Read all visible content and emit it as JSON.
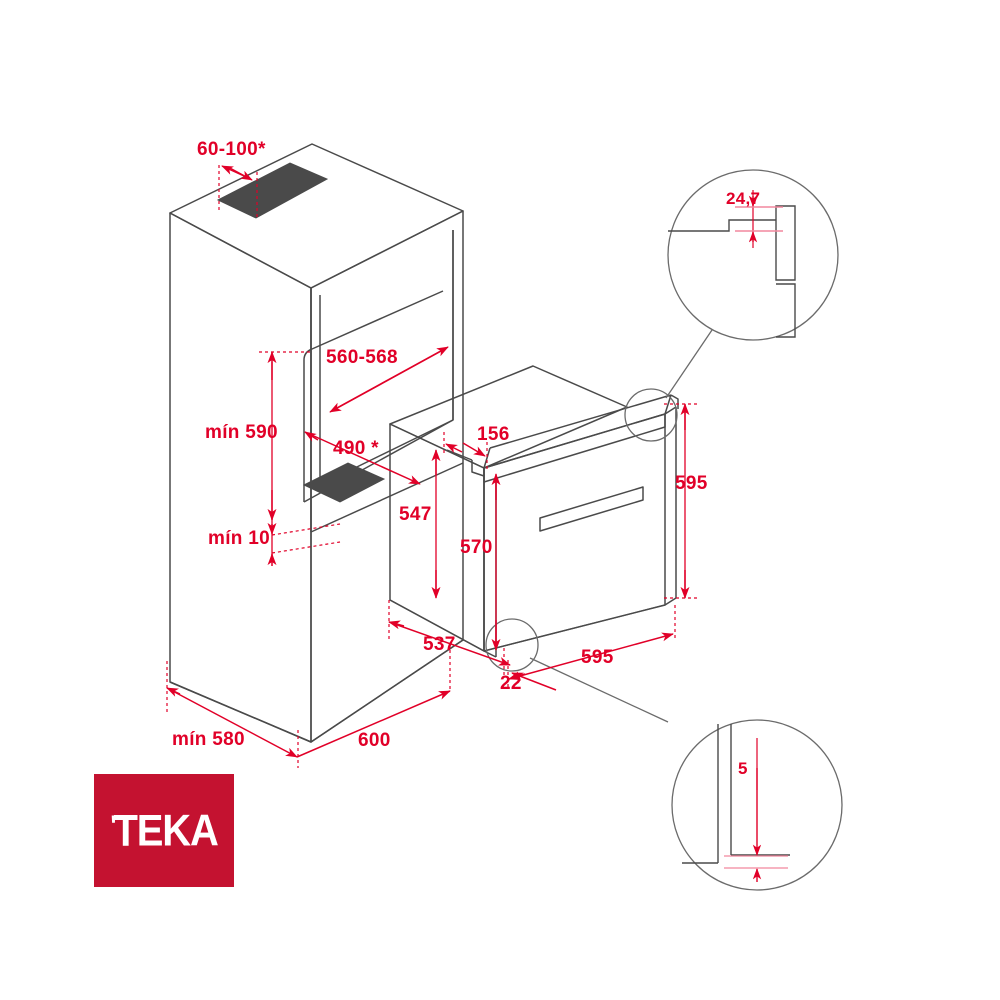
{
  "diagram": {
    "title": "TEKA built-in oven installation dimension drawing",
    "units": "mm",
    "line_color": "#4a4a4a",
    "dimension_color": "#e10028",
    "vent_fill": "#4a4a4a",
    "background": "#ffffff"
  },
  "brand": {
    "name": "TEKA",
    "tick": "'",
    "box_color": "#c41230",
    "text_color": "#ffffff"
  },
  "dimensions": {
    "cabinet_top_vent": "60-100*",
    "niche_width": "560-568",
    "niche_height": "mín 590",
    "niche_depth": "490 *",
    "plinth_gap": "mín 10",
    "cabinet_width_min": "mín 580",
    "cabinet_depth": "600",
    "oven_body_height": "547",
    "oven_body_depth": "537",
    "oven_top_offset": "156",
    "oven_front_height": "595",
    "oven_cavity_height": "570",
    "oven_front_width": "595",
    "oven_front_overhang": "22",
    "detail_top_gap": "24,7",
    "detail_bottom_gap": "5"
  },
  "callouts": [
    {
      "id": "detail-top",
      "label": "24,7"
    },
    {
      "id": "detail-bottom",
      "label": "5"
    }
  ]
}
